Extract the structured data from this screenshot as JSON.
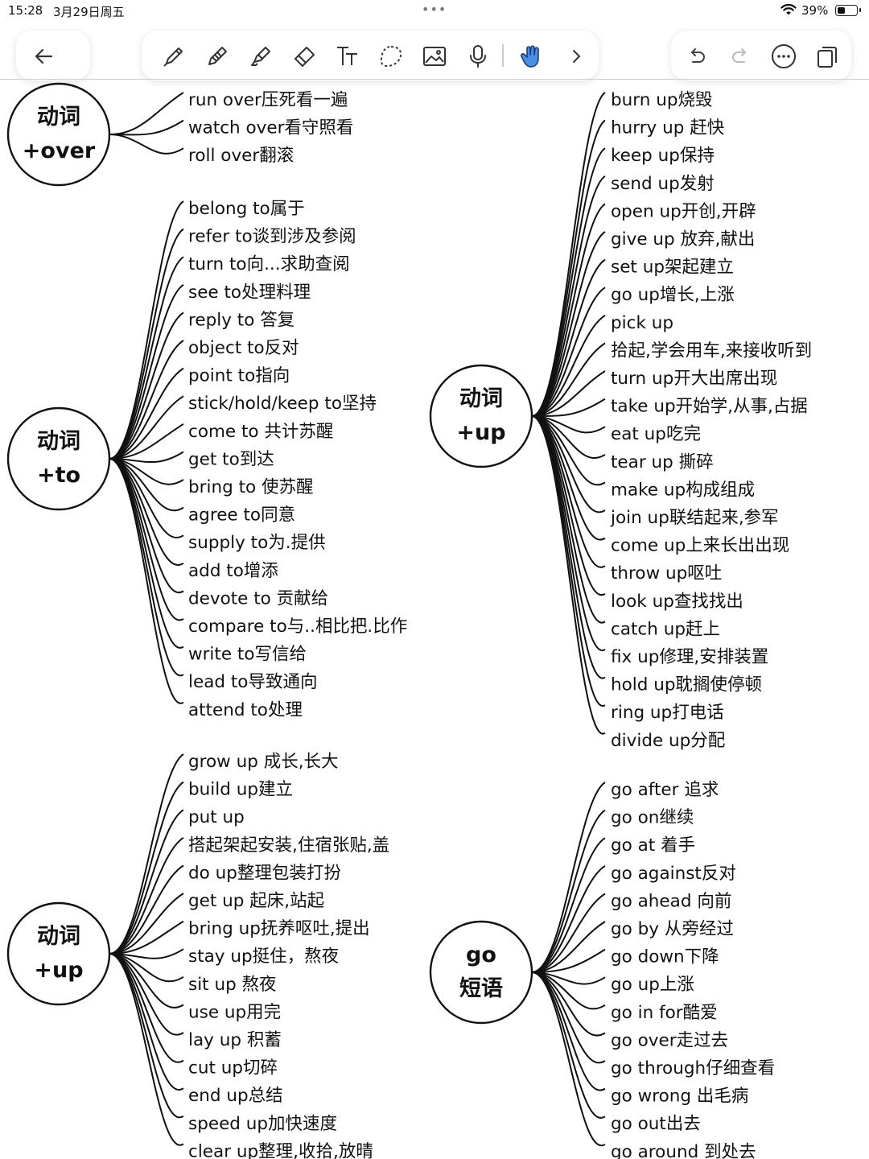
{
  "status_bar": {
    "time": "15:28",
    "date": "3月29日周五",
    "battery": "39%",
    "battery_level": 0.39
  },
  "toolbar": {
    "back_icon": "arrow-left-icon",
    "tools": [
      "pen-icon",
      "pencil-icon",
      "highlighter-icon",
      "eraser-icon",
      "text-tool-icon",
      "lasso-icon",
      "image-icon",
      "microphone-icon",
      "hand-pointer-icon",
      "chevron-right-icon"
    ],
    "actions": [
      "undo-icon",
      "redo-icon",
      "more-icon",
      "pages-icon"
    ]
  },
  "mindmap": [
    {
      "id": "over",
      "node": [
        "动词",
        "+over"
      ],
      "items": [
        "run over压死看一遍",
        "watch over看守照看",
        "roll over翻滚"
      ]
    },
    {
      "id": "to",
      "node": [
        "动词",
        "+to"
      ],
      "items": [
        "belong to属于",
        "refer to谈到涉及参阅",
        "turn to向...求助查阅",
        "see to处理料理",
        "reply to 答复",
        "object to反对",
        "point to指向",
        "stick/hold/keep to坚持",
        "come to 共计苏醒",
        "get to到达",
        "bring to 使苏醒",
        "agree to同意",
        "supply to为.提供",
        "add to增添",
        "devote to 贡献给",
        "compare to与..相比把.比作",
        "write to写信给",
        "lead to导致通向",
        "attend to处理"
      ]
    },
    {
      "id": "up1",
      "node": [
        "动词",
        "+up"
      ],
      "items": [
        "grow up 成长,长大",
        "build up建立",
        "put up",
        "搭起架起安装,住宿张贴,盖",
        "do up整理包装打扮",
        "get up 起床,站起",
        "bring up抚养呕吐,提出",
        "stay up挺住，熬夜",
        "sit up 熬夜",
        "use up用完",
        "lay up 积蓄",
        "cut up切碎",
        "end up总结",
        "speed up加快速度",
        "clear up整理,收拾,放晴"
      ]
    },
    {
      "id": "up2",
      "node": [
        "动词",
        "+up"
      ],
      "items": [
        "burn up烧毁",
        "hurry up 赶快",
        "keep up保持",
        "send up发射",
        "open up开创,开辟",
        "give up 放弃,献出",
        "set up架起建立",
        "go up增长,上涨",
        "pick up",
        "拾起,学会用车,来接收听到",
        "turn up开大出席出现",
        "take up开始学,从事,占据",
        "eat up吃完",
        "tear up 撕碎",
        "make up构成组成",
        "join up联结起来,参军",
        "come up上来长出出现",
        "throw up呕吐",
        "look up查找找出",
        "catch up赶上",
        "fix up修理,安排装置",
        "hold up耽搁使停顿",
        "ring up打电话",
        "divide up分配"
      ]
    },
    {
      "id": "go",
      "node": [
        "go",
        "短语"
      ],
      "items": [
        "go after 追求",
        "go on继续",
        "go at 着手",
        "go against反对",
        "go ahead 向前",
        "go by 从旁经过",
        "go down下降",
        "go up上涨",
        "go in for酷爱",
        "go over走过去",
        "go through仔细查看",
        "go wrong 出毛病",
        "go out出去",
        "go around 到处去"
      ]
    }
  ]
}
